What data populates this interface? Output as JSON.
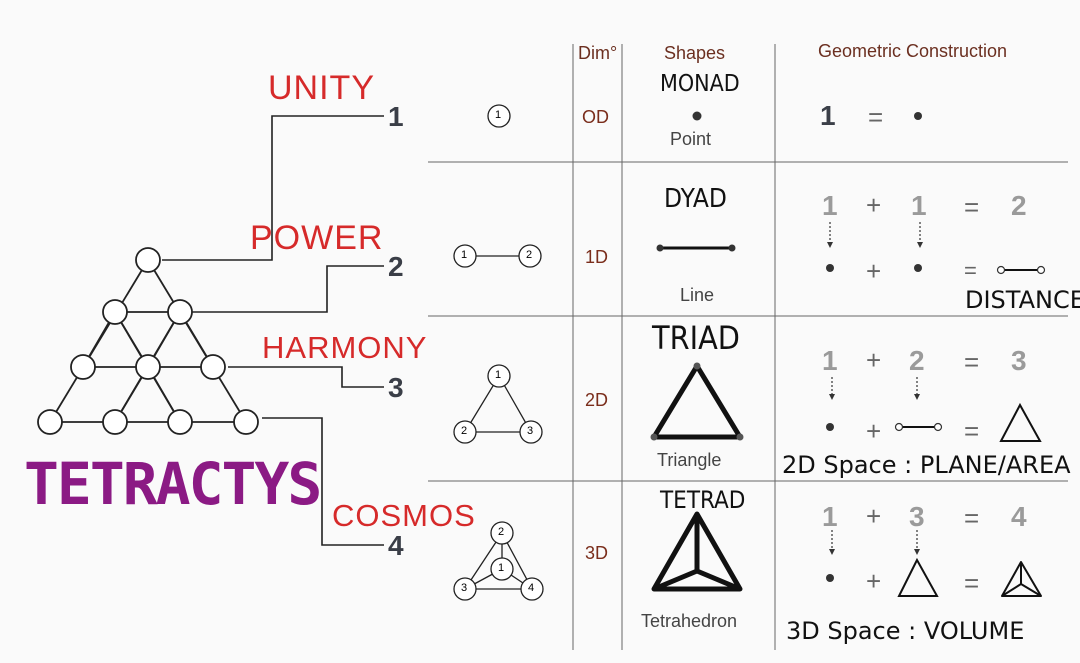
{
  "title": "TETRACTYS",
  "levels": [
    {
      "label": "UNITY",
      "number": "1"
    },
    {
      "label": "POWER",
      "number": "2"
    },
    {
      "label": "HARMONY",
      "number": "3"
    },
    {
      "label": "COSMOS",
      "number": "4"
    }
  ],
  "table": {
    "headers": {
      "dim": "Dim°",
      "shapes": "Shapes",
      "construction": "Geometric Construction"
    },
    "rows": [
      {
        "dim": "OD",
        "shape_name": "MONAD",
        "shape_caption": "Point",
        "node_labels": [
          "1"
        ],
        "equation": {
          "a": "1",
          "eq": "="
        }
      },
      {
        "dim": "1D",
        "shape_name": "DYAD",
        "shape_caption": "Line",
        "node_labels": [
          "1",
          "2"
        ],
        "equation": {
          "a": "1",
          "plus": "+",
          "b": "1",
          "eq": "=",
          "result": "2",
          "plus2": "+",
          "eq2": "="
        },
        "note": "DISTANCE"
      },
      {
        "dim": "2D",
        "shape_name": "TRIAD",
        "shape_caption": "Triangle",
        "node_labels": [
          "1",
          "2",
          "3"
        ],
        "equation": {
          "a": "1",
          "plus": "+",
          "b": "2",
          "eq": "=",
          "result": "3",
          "plus2": "+",
          "eq2": "="
        },
        "note": "2D Space : PLANE/AREA"
      },
      {
        "dim": "3D",
        "shape_name": "TETRAD",
        "shape_caption": "Tetrahedron",
        "node_labels": [
          "2",
          "1",
          "3",
          "4"
        ],
        "equation": {
          "a": "1",
          "plus": "+",
          "b": "3",
          "eq": "=",
          "result": "4",
          "plus2": "+",
          "eq2": "="
        },
        "note": "3D Space : VOLUME"
      }
    ]
  },
  "colors": {
    "title": "#8b1a84",
    "level_label": "#d62a2a",
    "line": "#222222",
    "number": "#3a3e47"
  }
}
